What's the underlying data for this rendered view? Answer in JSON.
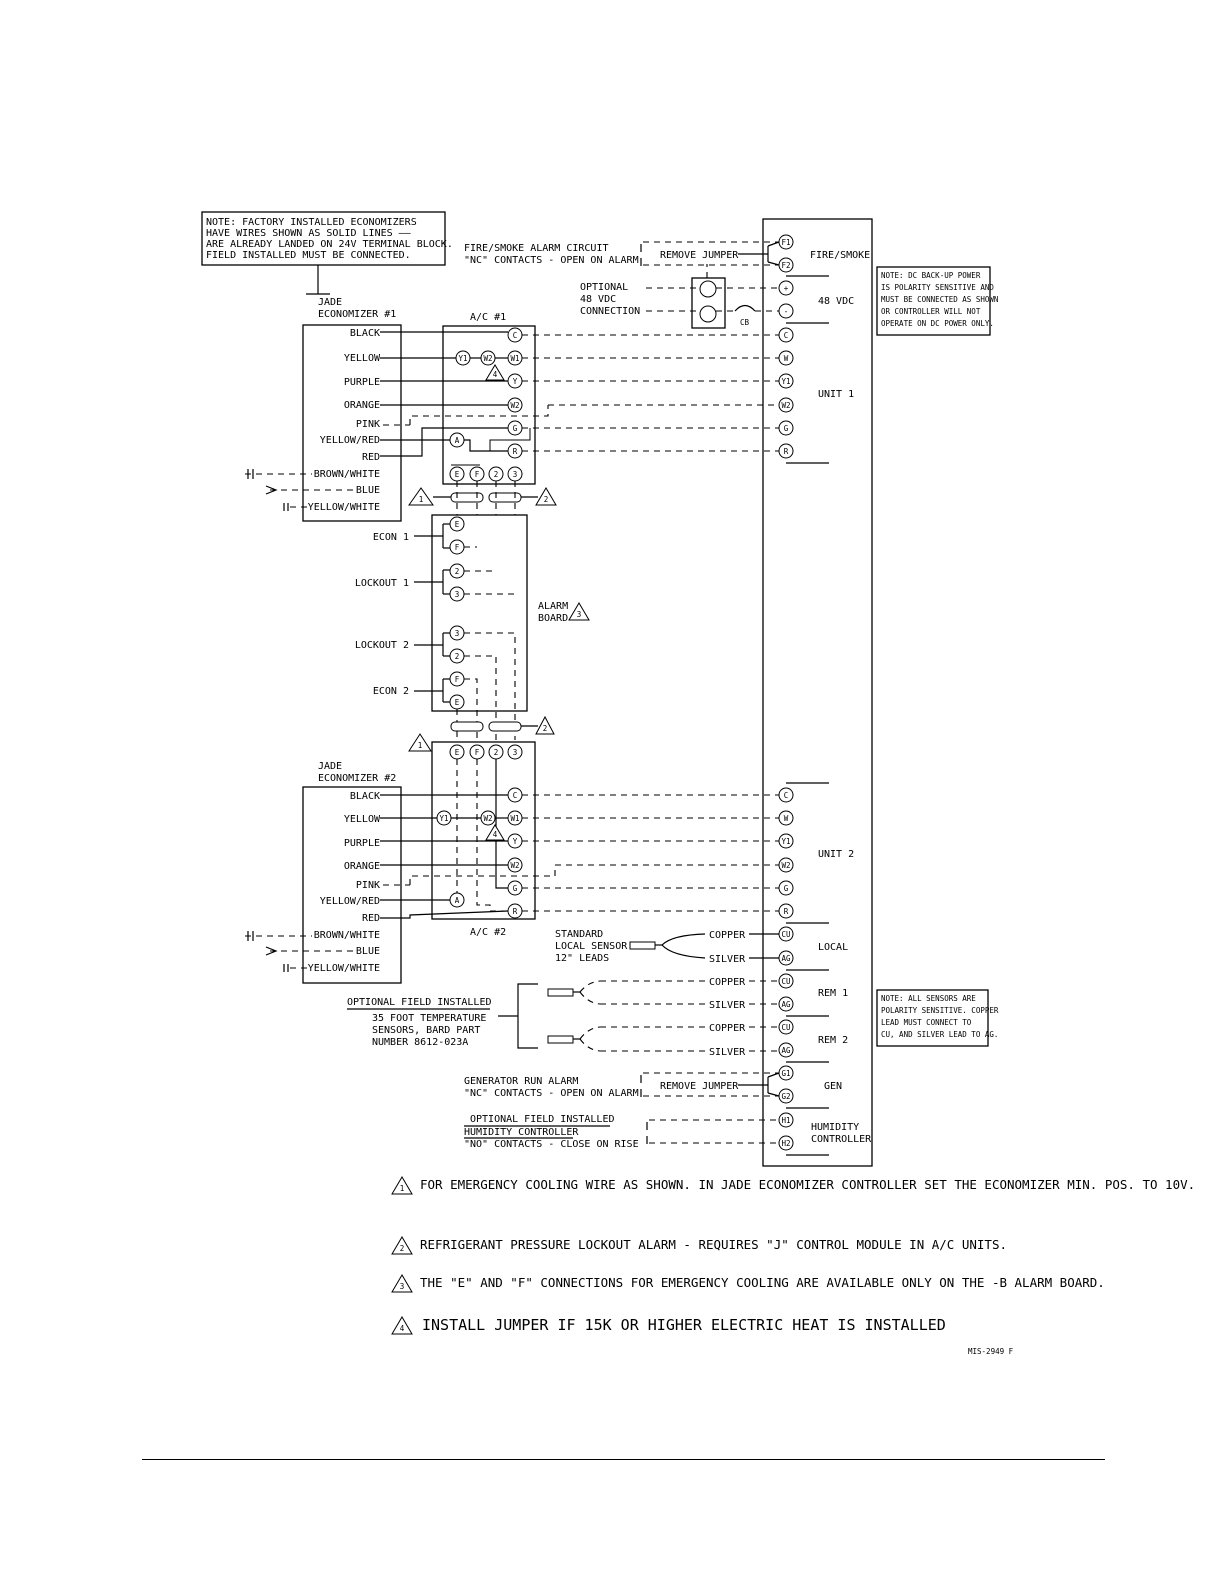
{
  "notes": {
    "factory": [
      "NOTE: FACTORY INSTALLED ECONOMIZERS",
      "HAVE WIRES SHOWN AS SOLID LINES ——",
      "ARE ALREADY LANDED ON 24V TERMINAL BLOCK.",
      "FIELD INSTALLED MUST BE CONNECTED."
    ],
    "dc_backup": [
      "NOTE: DC BACK-UP POWER",
      "IS POLARITY SENSITIVE AND",
      "MUST BE CONNECTED AS SHOWN",
      "OR CONTROLLER WILL NOT",
      "OPERATE ON DC POWER ONLY."
    ],
    "sensors": [
      "NOTE: ALL SENSORS ARE",
      "POLARITY SENSITIVE. COPPER",
      "LEAD MUST CONNECT TO",
      "CU, AND SILVER LEAD TO AG."
    ]
  },
  "labels": {
    "jade1": [
      "JADE",
      "ECONOMIZER #1"
    ],
    "jade2": [
      "JADE",
      "ECONOMIZER #2"
    ],
    "ac1": "A/C #1",
    "ac2": "A/C #2",
    "fire_alarm": [
      "FIRE/SMOKE ALARM CIRCUIT",
      "\"NC\" CONTACTS - OPEN ON ALARM"
    ],
    "remove_jumper": "REMOVE JUMPER",
    "optional_dc": [
      "OPTIONAL",
      "48 VDC",
      "CONNECTION"
    ],
    "cb": "CB",
    "alarm_board": [
      "ALARM",
      "BOARD"
    ],
    "econ1": "ECON 1",
    "econ2": "ECON 2",
    "lockout1": "LOCKOUT 1",
    "lockout2": "LOCKOUT 2",
    "standard_sensor": [
      "STANDARD",
      "LOCAL SENSOR",
      "12\" LEADS"
    ],
    "copper": "COPPER",
    "silver": "SILVER",
    "optional_sensors": [
      "OPTIONAL FIELD INSTALLED",
      "35 FOOT TEMPERATURE",
      "SENSORS, BARD PART",
      "NUMBER 8612-023A"
    ],
    "generator_alarm": [
      "GENERATOR RUN ALARM",
      "\"NC\" CONTACTS - OPEN ON ALARM"
    ],
    "humidity": [
      "OPTIONAL FIELD INSTALLED",
      "HUMIDITY CONTROLLER",
      "\"NO\" CONTACTS - CLOSE ON RISE"
    ],
    "drawing_number": "MIS-2949 F"
  },
  "wire_colors": [
    "BLACK",
    "YELLOW",
    "PURPLE",
    "ORANGE",
    "PINK",
    "YELLOW/RED",
    "RED",
    "BROWN/WHITE",
    "BLUE",
    "YELLOW/WHITE"
  ],
  "controller_sections": [
    "FIRE/SMOKE",
    "48 VDC",
    "UNIT 1",
    "UNIT 2",
    "LOCAL",
    "REM 1",
    "REM 2",
    "GEN",
    "HUMIDITY",
    "CONTROLLER"
  ],
  "terminals": {
    "ac": [
      "C",
      "W1",
      "Y",
      "W2",
      "G",
      "R",
      "Y1",
      "A",
      "E",
      "F",
      "2",
      "3"
    ],
    "ctrl": [
      "F1",
      "F2",
      "+",
      "-",
      "C",
      "W",
      "Y1",
      "W2",
      "G",
      "R",
      "CU",
      "AG",
      "G1",
      "G2",
      "H1",
      "H2"
    ],
    "alarm_board": [
      "E",
      "F",
      "2",
      "3"
    ]
  },
  "triangles": [
    "1",
    "2",
    "3",
    "4"
  ],
  "legend": [
    {
      "num": "1",
      "text": "FOR EMERGENCY COOLING WIRE AS SHOWN. IN JADE ECONOMIZER CONTROLLER SET THE ECONOMIZER MIN. POS. TO 10V."
    },
    {
      "num": "2",
      "text": "REFRIGERANT PRESSURE LOCKOUT ALARM - REQUIRES \"J\" CONTROL MODULE IN A/C UNITS."
    },
    {
      "num": "3",
      "text": "THE \"E\" AND \"F\" CONNECTIONS FOR EMERGENCY COOLING ARE AVAILABLE ONLY ON THE -B ALARM BOARD."
    },
    {
      "num": "4",
      "text": "INSTALL JUMPER IF 15K OR HIGHER ELECTRIC HEAT IS INSTALLED"
    }
  ]
}
